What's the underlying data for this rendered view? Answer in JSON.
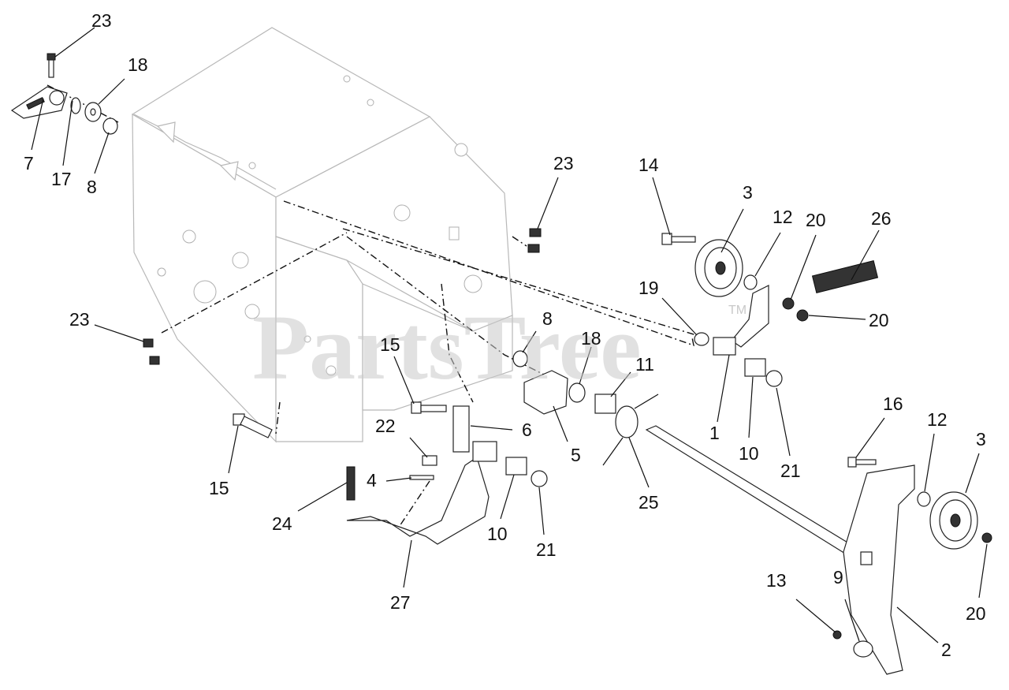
{
  "watermark": {
    "brand": "PartsTree",
    "trademark": "TM"
  },
  "callouts": [
    {
      "id": "c23a",
      "text": "23"
    },
    {
      "id": "c18a",
      "text": "18"
    },
    {
      "id": "c7",
      "text": "7"
    },
    {
      "id": "c17",
      "text": "17"
    },
    {
      "id": "c8a",
      "text": "8"
    },
    {
      "id": "c23b",
      "text": "23"
    },
    {
      "id": "c14",
      "text": "14"
    },
    {
      "id": "c3a",
      "text": "3"
    },
    {
      "id": "c12a",
      "text": "12"
    },
    {
      "id": "c20a",
      "text": "20"
    },
    {
      "id": "c26",
      "text": "26"
    },
    {
      "id": "c19",
      "text": "19"
    },
    {
      "id": "c20b",
      "text": "20"
    },
    {
      "id": "c23c",
      "text": "23"
    },
    {
      "id": "c8b",
      "text": "8"
    },
    {
      "id": "c18b",
      "text": "18"
    },
    {
      "id": "c15a",
      "text": "15"
    },
    {
      "id": "c11",
      "text": "11"
    },
    {
      "id": "c1",
      "text": "1"
    },
    {
      "id": "c10a",
      "text": "10"
    },
    {
      "id": "c21a",
      "text": "21"
    },
    {
      "id": "c22",
      "text": "22"
    },
    {
      "id": "c6",
      "text": "6"
    },
    {
      "id": "c5",
      "text": "5"
    },
    {
      "id": "c4",
      "text": "4"
    },
    {
      "id": "c15b",
      "text": "15"
    },
    {
      "id": "c24",
      "text": "24"
    },
    {
      "id": "c25",
      "text": "25"
    },
    {
      "id": "c16",
      "text": "16"
    },
    {
      "id": "c12b",
      "text": "12"
    },
    {
      "id": "c3b",
      "text": "3"
    },
    {
      "id": "c10b",
      "text": "10"
    },
    {
      "id": "c21b",
      "text": "21"
    },
    {
      "id": "c27",
      "text": "27"
    },
    {
      "id": "c13",
      "text": "13"
    },
    {
      "id": "c9",
      "text": "9"
    },
    {
      "id": "c2",
      "text": "2"
    },
    {
      "id": "c20c",
      "text": "20"
    }
  ]
}
